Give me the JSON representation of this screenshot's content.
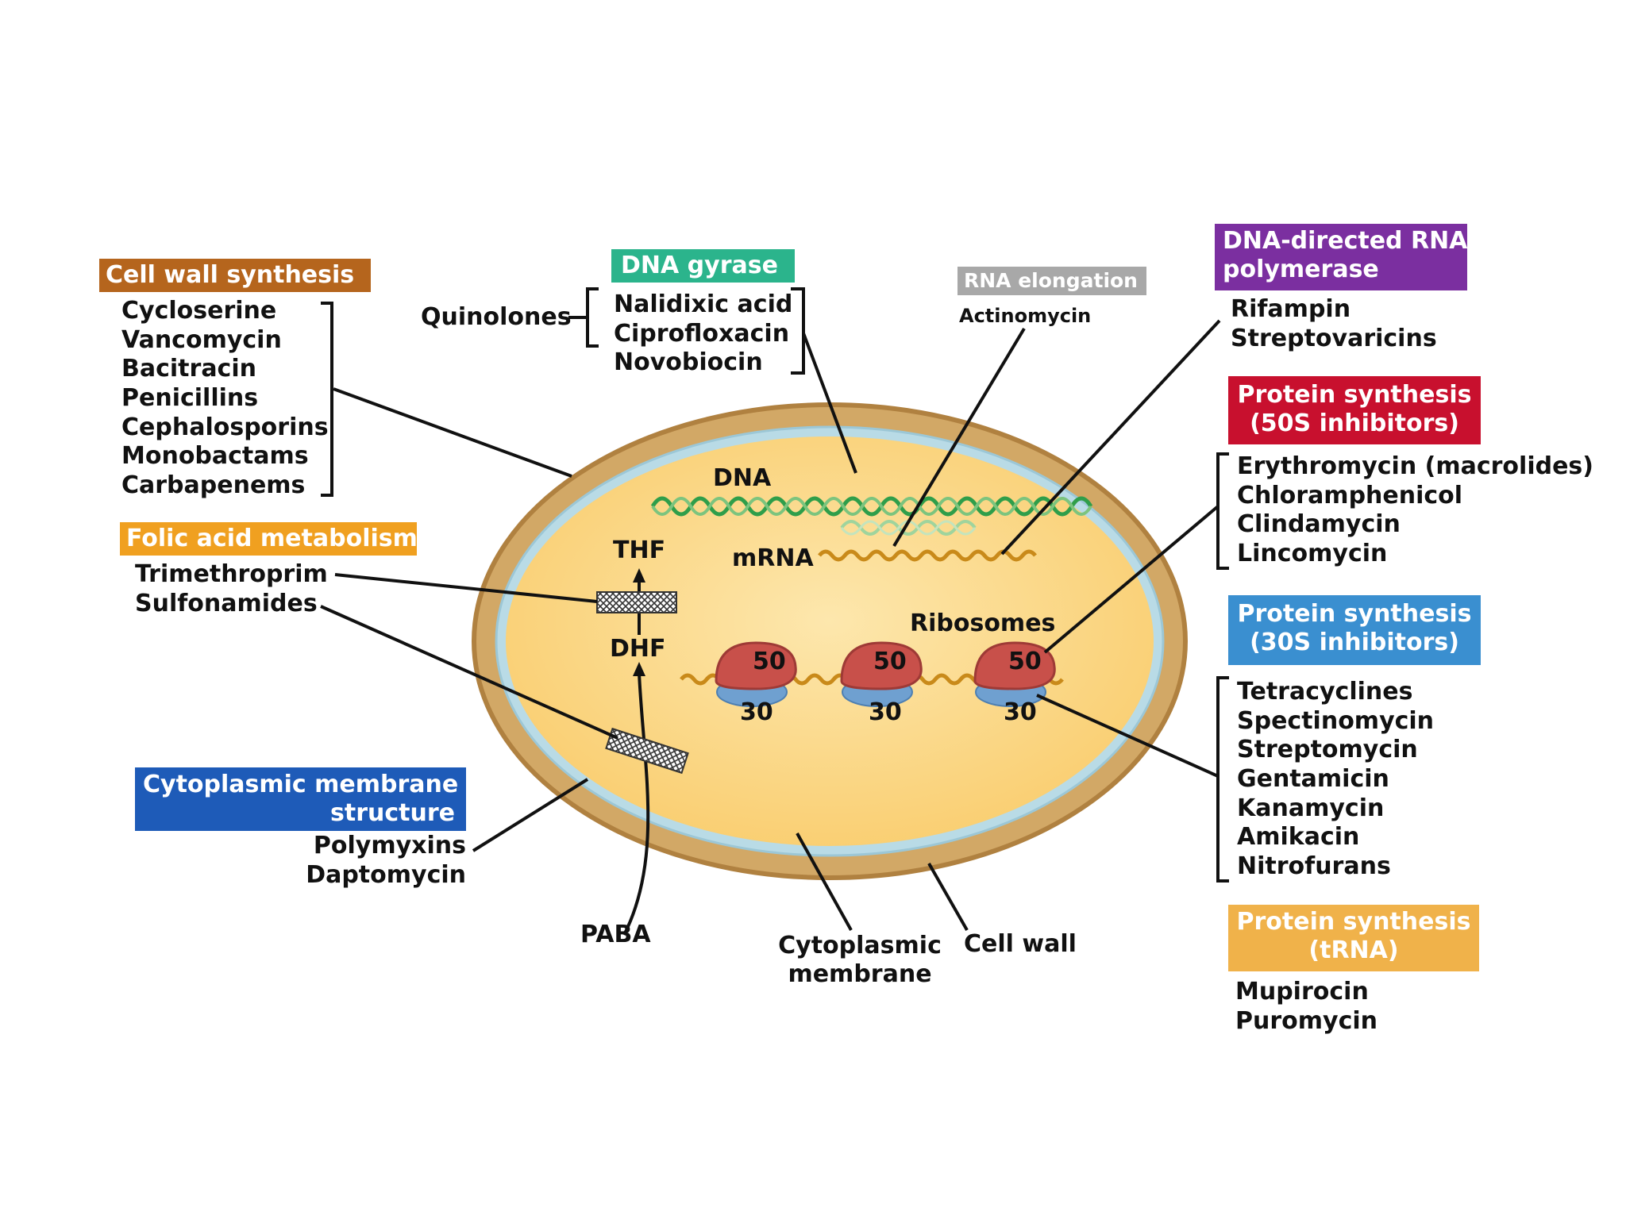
{
  "colors": {
    "cell_wall": "#c2b07f",
    "cell_wall_header": "#b5651d",
    "dna_gyrase_header": "#2bb48c",
    "rna_elongation_header": "#a8a8a8",
    "rna_polymerase_header": "#7b2fa0",
    "protein_50s_header": "#c8102e",
    "protein_30s_header": "#3a8fd0",
    "protein_trna_header": "#f0b24a",
    "folic_acid_header": "#f0a020",
    "membrane_header": "#1e5bb8",
    "cytoplasm": "#fbd27a",
    "membrane_band": "#a9d3e0",
    "dna_strand": "#2f9e4a",
    "mrna_strand": "#c98a1a",
    "ribosome_50s": "#c8504a",
    "ribosome_30s": "#6fa0d0"
  },
  "groups": {
    "cell_wall": {
      "title": "Cell wall synthesis",
      "items": [
        "Cycloserine",
        "Vancomycin",
        "Bacitracin",
        "Penicillins",
        "Cephalosporins",
        "Monobactams",
        "Carbapenems"
      ]
    },
    "folic_acid": {
      "title": "Folic acid metabolism",
      "items": [
        "Trimethroprim",
        "Sulfonamides"
      ]
    },
    "membrane": {
      "title_line1": "Cytoplasmic membrane",
      "title_line2": "structure",
      "items": [
        "Polymyxins",
        "Daptomycin"
      ]
    },
    "dna_gyrase": {
      "title": "DNA gyrase",
      "prefix": "Quinolones",
      "items": [
        "Nalidixic acid",
        "Ciprofloxacin",
        "Novobiocin"
      ]
    },
    "rna_elongation": {
      "title": "RNA elongation",
      "items": [
        "Actinomycin"
      ]
    },
    "rna_polymerase": {
      "title_line1": "DNA-directed RNA",
      "title_line2": "polymerase",
      "items": [
        "Rifampin",
        "Streptovaricins"
      ]
    },
    "protein_50s": {
      "title_line1": "Protein synthesis",
      "title_line2": "(50S inhibitors)",
      "items": [
        "Erythromycin (macrolides)",
        "Chloramphenicol",
        "Clindamycin",
        "Lincomycin"
      ]
    },
    "protein_30s": {
      "title_line1": "Protein synthesis",
      "title_line2": "(30S inhibitors)",
      "items": [
        "Tetracyclines",
        "Spectinomycin",
        "Streptomycin",
        "Gentamicin",
        "Kanamycin",
        "Amikacin",
        "Nitrofurans"
      ]
    },
    "protein_trna": {
      "title_line1": "Protein synthesis",
      "title_line2": "(tRNA)",
      "items": [
        "Mupirocin",
        "Puromycin"
      ]
    }
  },
  "cell_labels": {
    "dna": "DNA",
    "mrna": "mRNA",
    "thf": "THF",
    "dhf": "DHF",
    "ribosomes": "Ribosomes",
    "large_subunit": "50",
    "small_subunit": "30",
    "paba": "PABA",
    "cytoplasmic_membrane_line1": "Cytoplasmic",
    "cytoplasmic_membrane_line2": "membrane",
    "cell_wall": "Cell wall"
  }
}
